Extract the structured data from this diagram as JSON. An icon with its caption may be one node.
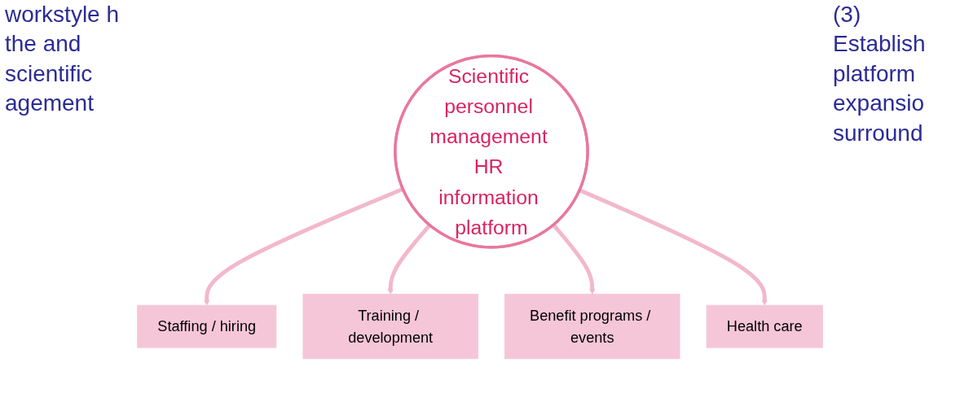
{
  "diagram": {
    "nodes": [
      {
        "text": [
          "Scientific personnel management HR information platform"
        ]
      },
      {
        "text": [
          "Staffing / hiring"
        ]
      },
      {
        "text": [
          "Training / development"
        ]
      },
      {
        "text": [
          "Benefit programs / events"
        ]
      },
      {
        "text": [
          "Health care"
        ]
      }
    ],
    "edges": [
      {
        "from": 0,
        "to": 1,
        "arrow": "to"
      },
      {
        "from": 0,
        "to": 2,
        "arrow": "to"
      },
      {
        "from": 0,
        "to": 3,
        "arrow": "to"
      },
      {
        "from": 0,
        "to": 4,
        "arrow": "to"
      }
    ],
    "labels": [
      "workstyle h the and scientific agement",
      "(3) Establish platform expansio surround"
    ]
  }
}
